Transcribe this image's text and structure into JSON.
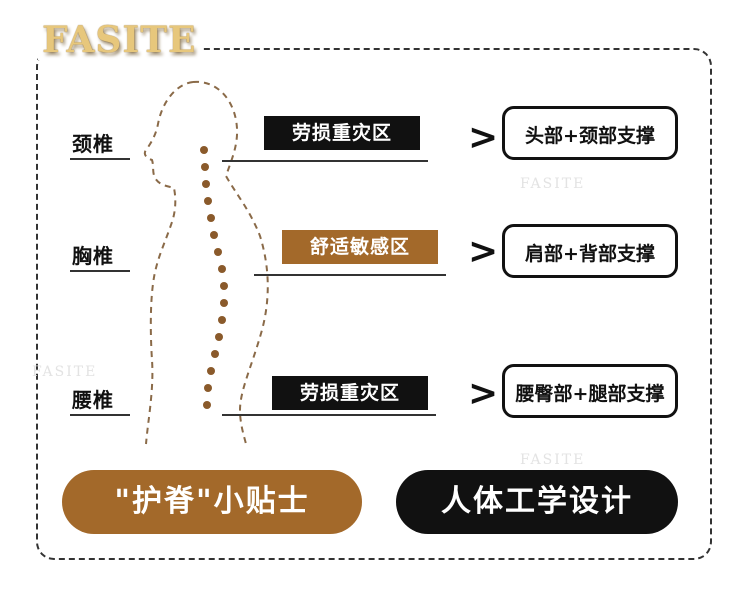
{
  "brand": "FASITE",
  "watermark": "FASITE",
  "colors": {
    "brown": "#a3692a",
    "dark": "#111111",
    "gold": "#e7c77c"
  },
  "regions": [
    {
      "label": "颈椎",
      "tag": "劳损重灾区",
      "tag_style": "dark",
      "support": "头部+颈部支撑"
    },
    {
      "label": "胸椎",
      "tag": "舒适敏感区",
      "tag_style": "brown",
      "support": "肩部+背部支撑"
    },
    {
      "label": "腰椎",
      "tag": "劳损重灾区",
      "tag_style": "dark",
      "support": "腰臀部+腿部支撑"
    }
  ],
  "arrow_glyph": ">",
  "footer": {
    "left": "\"护脊\"小贴士",
    "right": "人体工学设计"
  }
}
